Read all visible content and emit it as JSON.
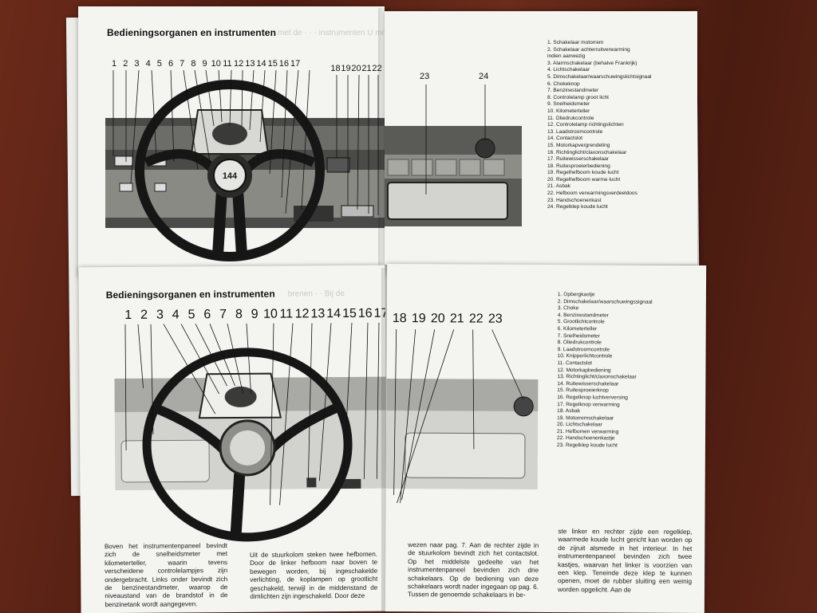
{
  "top_manual": {
    "title": "Bedieningsorganen en instrumenten",
    "callouts_left": [
      "1",
      "2",
      "3",
      "4",
      "5",
      "6",
      "7",
      "8",
      "9",
      "10",
      "11",
      "12",
      "13",
      "14",
      "15",
      "16",
      "17"
    ],
    "callouts_right": [
      "18",
      "19",
      "20",
      "21",
      "22"
    ],
    "callout_23": "23",
    "callout_24": "24",
    "steering_badge": "144",
    "legend": [
      "1. Schakelaar motorrem",
      "2. Schakelaar achterruitverwarming",
      "    indien aanwezig",
      "3. Alarmschakelaar (behalve Frankrijk)",
      "4. Lichtschakelaar",
      "5. Dimschakelaar/waarschuwingslichtsignaal",
      "6. Chokeknop",
      "7. Benzinestandmeter",
      "8. Controlelamp groot licht",
      "9. Snelheidsmeter",
      "10. Kilometerteller",
      "11. Oliedrukcontrole",
      "12. Controlelamp richtingslichten",
      "13. Laadstroomcontrole",
      "14. Contactslot",
      "15. Motorkapvergrendeling",
      "16. Richtinglicht/claxonschakelaar",
      "17. Ruitewisserschakelaar",
      "18. Ruitesproeierbediening",
      "19. Regelhefboom koude lucht",
      "20. Regelhefboom warme lucht",
      "21. Asbak",
      "22. Hefboom verwarmingsverdeeldoos",
      "23. Handschoenenkast",
      "24. Regelklep koude lucht"
    ]
  },
  "bottom_manual": {
    "title": "Bedieningsorganen en instrumenten",
    "callouts_left": [
      "1",
      "2",
      "3",
      "4",
      "5",
      "6",
      "7",
      "8",
      "9",
      "10",
      "11",
      "12",
      "13",
      "14",
      "15",
      "16",
      "17"
    ],
    "callouts_right": [
      "18",
      "19",
      "20",
      "21",
      "22",
      "23"
    ],
    "legend": [
      "1.  Opbergkastje",
      "2.  Dimschakelaar/waarschuwingssignaal",
      "3.  Choke",
      "4.  Benzinestandmeter",
      "5.  Grootlichtcontrole",
      "6.  Kilometerteller",
      "7.  Snelheidsmeter",
      "8.  Oliedrukcontrole",
      "9.  Laadstroomcontrole",
      "10. Knipperlichtcontrole",
      "11. Contactslot",
      "12. Motorkapbediening",
      "13. Richtinglicht/claxonschakelaar",
      "14. Ruitewisserschakelaar",
      "15. Ruitesproeierknop",
      "16. Regelknop luchtverversing",
      "17. Regelknop verwarming",
      "18. Asbak",
      "19. Motorremschakelaar",
      "20. Lichtschakelaar",
      "21. Hefbomen verwarming",
      "22. Handschoenenkastje",
      "23. Regelklep koude lucht"
    ],
    "col1_text": "Boven het instrumentenpaneel bevindt zich de snelheidsmeter met kilometerteller, waarin tevens verscheidene controlelampjes zijn ondergebracht. Links onder bevindt zich de benzinestandmeter, waarop de niveaustand van de brandstof in de benzinetank wordt aangegeven.",
    "col2_text": "Uit de stuurkolom steken twee hefbomen. Door de linker hefboom naar boven te bewegen worden, bij ingeschakelde verlichting, de koplampen op grootlicht geschakeld, terwijl in de middenstand de dimlichten zijn ingeschakeld. Door deze",
    "col3_text": "wezen naar pag. 7. Aan de rechter zijde in de stuurkolom bevindt zich het contactslot. Op het middelste gedeelte van het instrumentenpaneel bevinden zich drie schakelaars. Op de bediening van deze schakelaars wordt nader ingegaan op pag. 6. Tussen de genoemde schakelaars in be-",
    "col4_text": "ste linker en rechter zijde een regelklep, waarmede koude lucht gericht kan worden op de zijruit alsmede in het interieur. In het instrumentenpaneel bevinden zich twee kastjes, waarvan het linker is voorzien van een klep. Teneinde deze klep te kunnen openen, moet de rubber sluiting een weinig worden opgelicht. Aan de"
  }
}
